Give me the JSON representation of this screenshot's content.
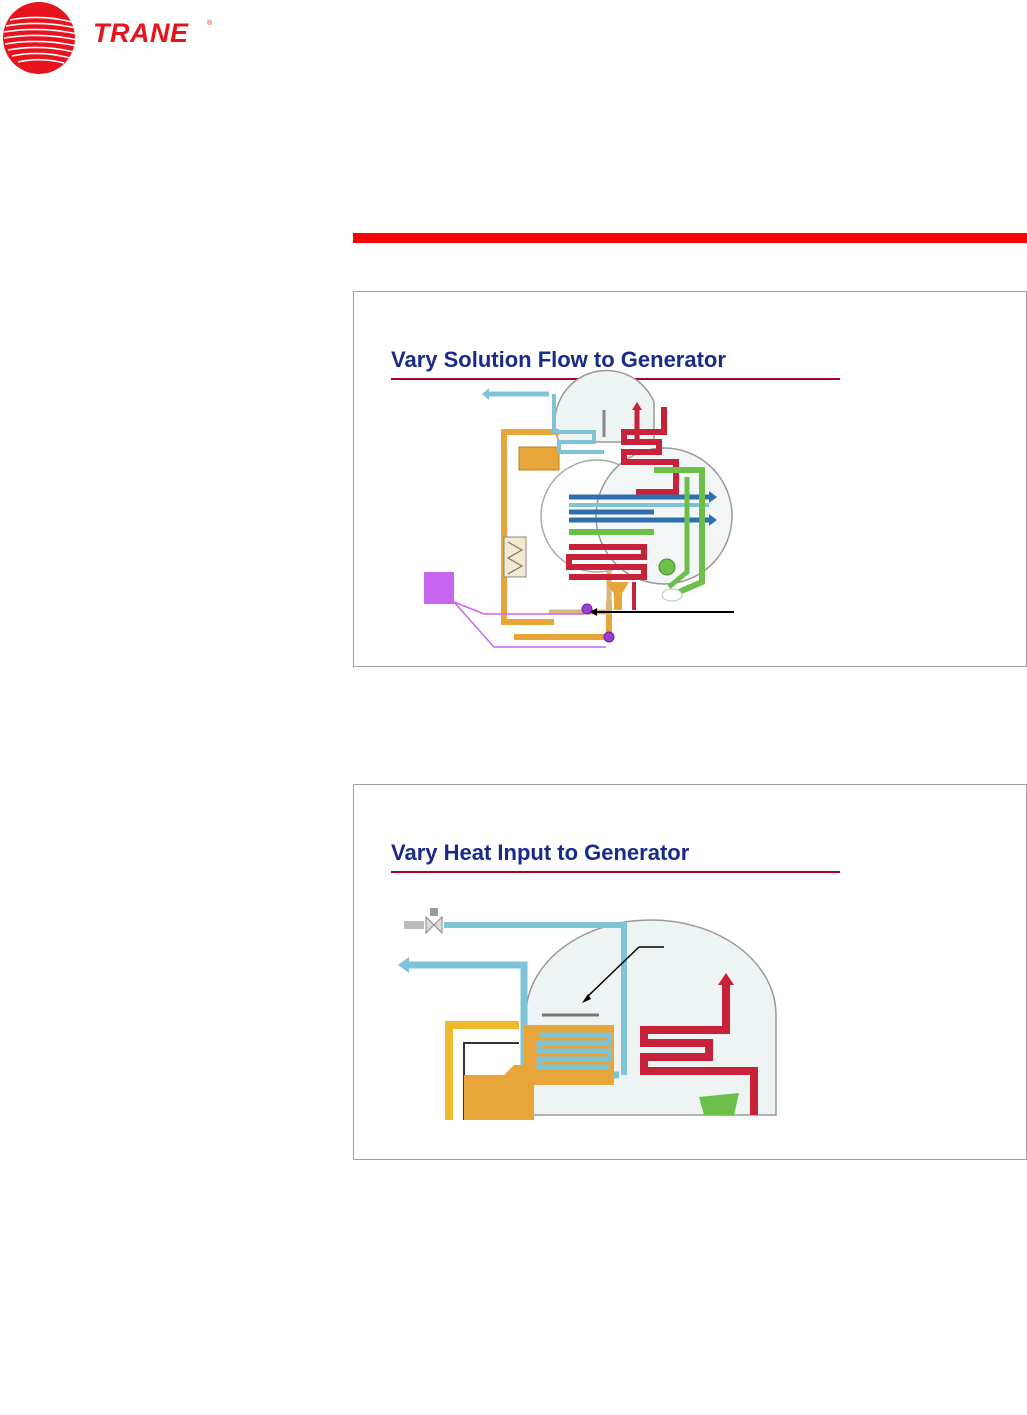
{
  "brand": {
    "name": "TRANE",
    "registered_mark": "®",
    "color": "#e8141d"
  },
  "accent": {
    "header_bar": "#ff0000",
    "title_color": "#1a2a8a",
    "title_rule": "#b00020"
  },
  "slides": [
    {
      "title": "Vary Solution Flow to Generator"
    },
    {
      "title": "Vary Heat Input to Generator"
    }
  ],
  "pipe_colors": {
    "solution": "#e8a53a",
    "chilled_water": "#7ec3d6",
    "condenser_water": "#2f6fae",
    "refrigerant": "#6cc04a",
    "steam": "#c8223a",
    "control": "#c966f0"
  }
}
